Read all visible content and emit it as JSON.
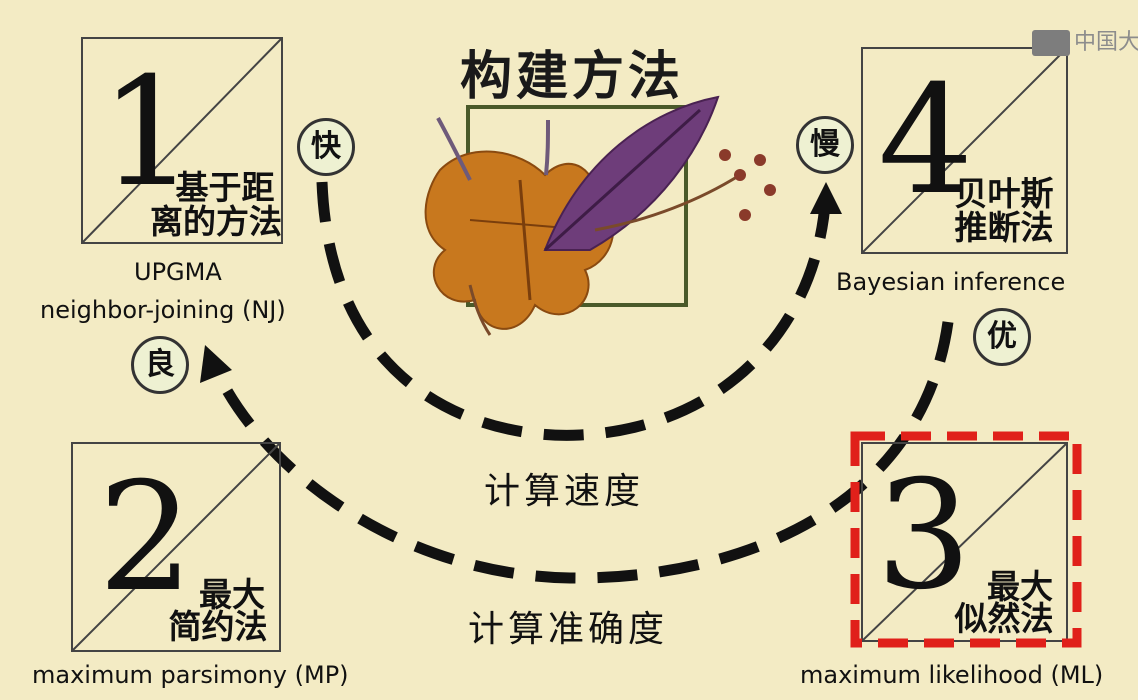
{
  "title": "构建方法",
  "watermark": "中国大",
  "methods": [
    {
      "number": "1",
      "cn_line1": "基于距",
      "cn_line2": "离的方法",
      "en_lines": [
        "UPGMA",
        "neighbor-joining (NJ)"
      ]
    },
    {
      "number": "2",
      "cn_line1": "最大",
      "cn_line2": "简约法",
      "en_lines": [
        "maximum parsimony (MP)"
      ]
    },
    {
      "number": "3",
      "cn_line1": "最大",
      "cn_line2": "似然法",
      "en_lines": [
        "maximum likelihood (ML)"
      ],
      "highlighted": true
    },
    {
      "number": "4",
      "cn_line1": "贝叶斯",
      "cn_line2": "推断法",
      "en_lines": [
        "Bayesian inference"
      ]
    }
  ],
  "badges": {
    "fast": "快",
    "slow": "慢",
    "good": "良",
    "excellent": "优"
  },
  "axes": {
    "speed": "计算速度",
    "accuracy": "计算准确度"
  },
  "colors": {
    "background": "#f3ebc4",
    "highlight": "#e0201a",
    "box_line": "#444444",
    "leaf_orange": "#c8781e",
    "leaf_purple": "#6e3d7a"
  }
}
